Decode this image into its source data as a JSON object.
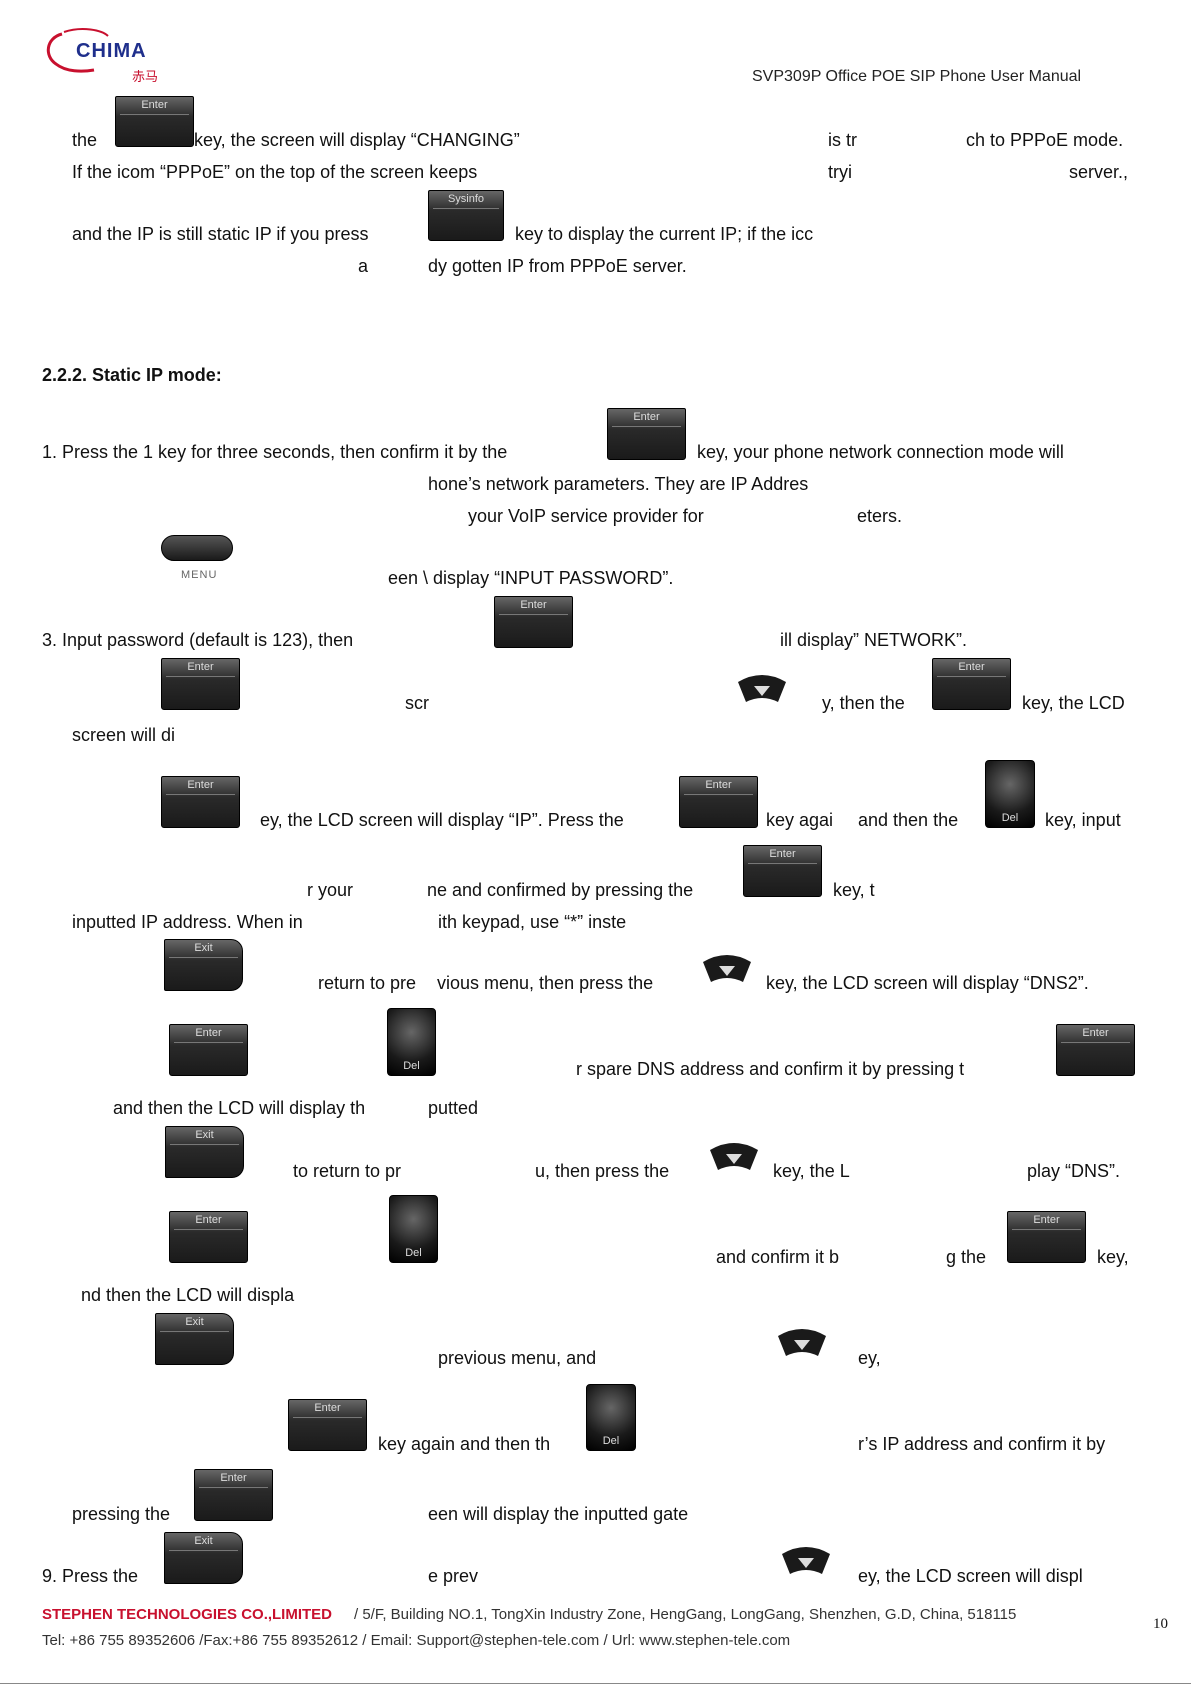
{
  "header": {
    "brand": "CHIMA",
    "brand_cn": "赤马",
    "title": "SVP309P Office POE SIP Phone User Manual"
  },
  "keys": {
    "enter": "Enter",
    "sysinfo": "Sysinfo",
    "exit": "Exit",
    "del": "Del",
    "menu": "MENU"
  },
  "lines": {
    "l1a": "the",
    "l1b": "key, the screen will display “CHANGING”",
    "l1c": "is tr",
    "l1d": "ch to PPPoE mode.",
    "l2a": "If the icom “PPPoE” on the top of the screen keeps",
    "l2b": "tryi",
    "l2c": "server.,",
    "l3a": "and the IP is still static IP if you press",
    "l3b": "key to display the current IP; if the icc",
    "l4a": "a",
    "l4b": "dy gotten IP from PPPoE server.",
    "section": "2.2.2. Static IP mode:",
    "s1a": "1. Press the 1 key for three seconds, then confirm it by the",
    "s1b": "key, your phone network connection mode will",
    "s1c": "hone’s network parameters. They are IP Addres",
    "s1d": "your VoIP service provider for",
    "s1e": "eters.",
    "s2": "een \\    display “INPUT PASSWORD”.",
    "s3a": "3. Input password (default is 123), then",
    "s3b": "ill display” NETWORK”.",
    "s4a": "scr",
    "s4b": "y, then the",
    "s4c": "key, the LCD",
    "s4d": "screen will di",
    "s5a": "ey, the LCD screen will display “IP”. Press the",
    "s5b": "key agai",
    "s5c": "and then the",
    "s5d": "key, input",
    "s6a": "r your",
    "s6b": "ne and confirmed by pressing the",
    "s6c": "key, t",
    "s6d": "inputted IP address. When in",
    "s6e": "ith keypad, use “*” inste",
    "s7a": "return to pre",
    "s7b": "vious menu, then press the",
    "s7c": "key, the LCD screen will display “DNS2”.",
    "s8a": "r spare DNS address and confirm it by pressing t",
    "s8b": "and then the LCD will display th",
    "s8c": "putted",
    "s9a": "to return to pr",
    "s9b": "u, then press the",
    "s9c": "key, the L",
    "s9d": "play “DNS”.",
    "s10a": "and confirm it b",
    "s10b": "g the",
    "s10c": "key,",
    "s10d": "nd then the LCD will displa",
    "s11a": "previous menu, and",
    "s11b": "ey,",
    "s12a": "key again and then th",
    "s12b": "r’s IP address and confirm it by",
    "s13a": "pressing the",
    "s13b": "een will display the inputted gate",
    "s14a": "9. Press the",
    "s14b": "e prev",
    "s14c": "ey, the LCD screen will displ"
  },
  "footer": {
    "company": "STEPHEN TECHNOLOGIES CO.,LIMITED",
    "address": "/ 5/F, Building NO.1, TongXin Industry Zone, HengGang, LongGang, Shenzhen, G.D, China, 518115",
    "contact": "Tel: +86 755 89352606 /Fax:+86 755 89352612 / Email: Support@stephen-tele.com / Url: www.stephen-tele.com",
    "page": "10"
  },
  "colors": {
    "brand_red": "#c8102e",
    "brand_blue": "#1f2f8c"
  }
}
